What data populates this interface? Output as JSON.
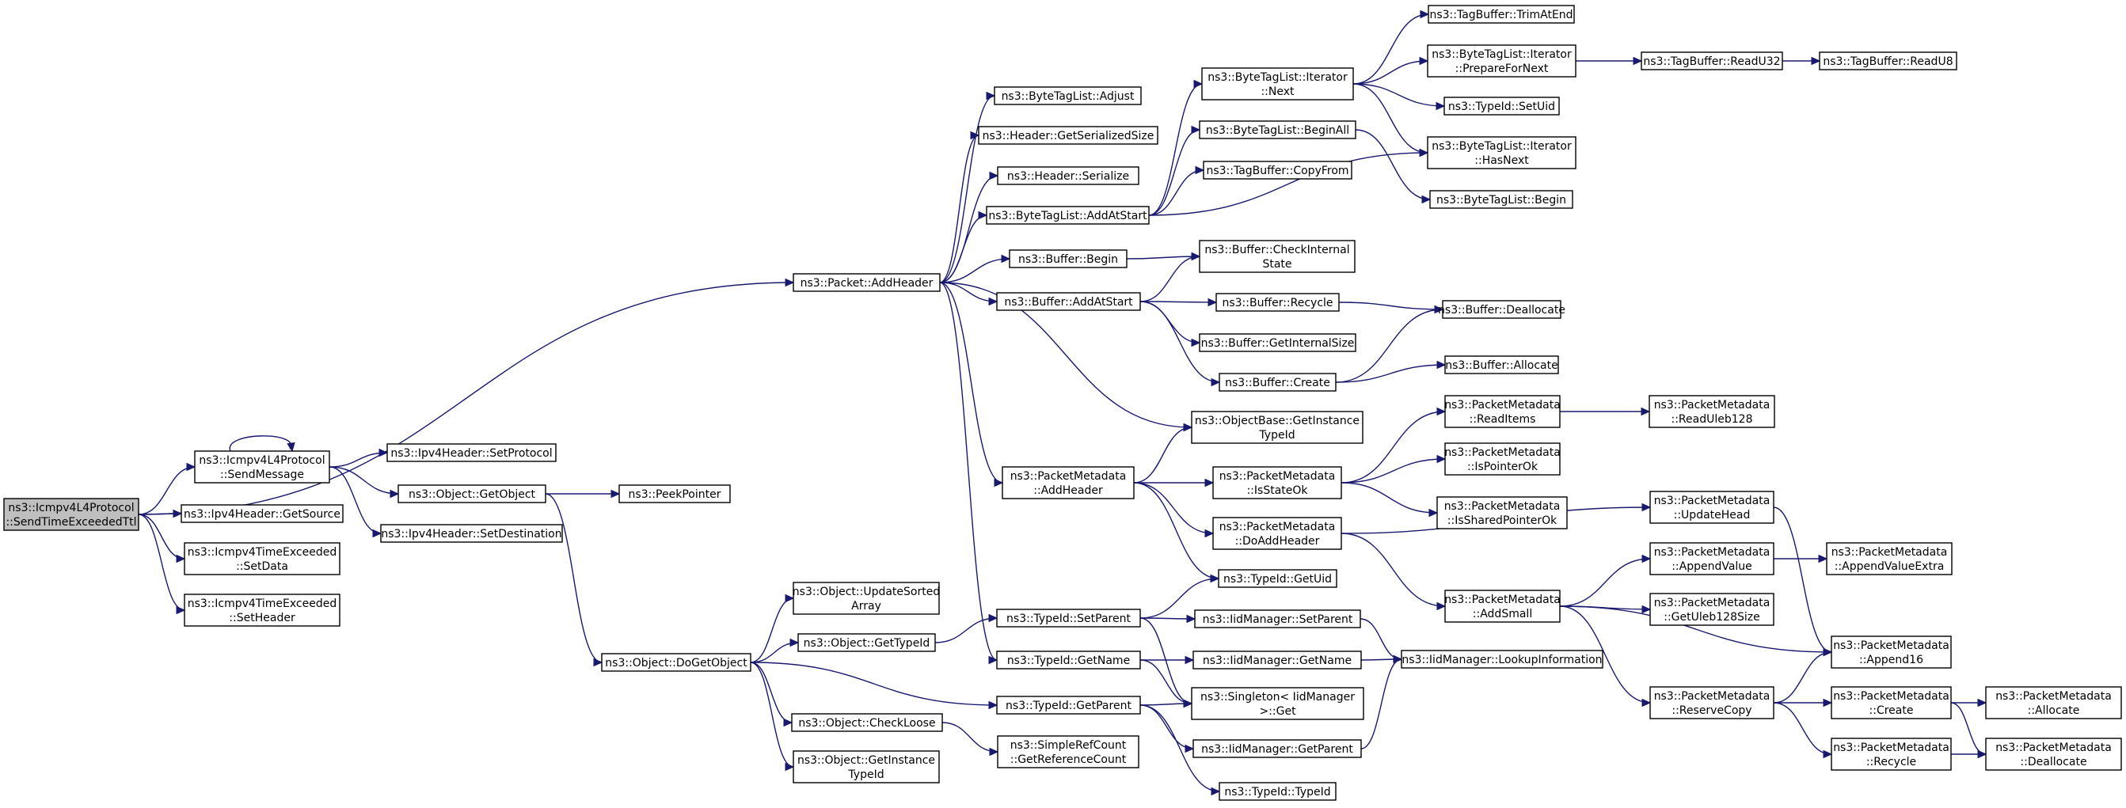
{
  "graph": {
    "root_color": "#bfbfbf",
    "edge_color": "#191970",
    "nodes": [
      {
        "id": "root",
        "lines": [
          "ns3::Icmpv4L4Protocol",
          "::SendTimeExceededTtl"
        ],
        "root": true
      },
      {
        "id": "sendmsg",
        "lines": [
          "ns3::Icmpv4L4Protocol",
          "::SendMessage"
        ]
      },
      {
        "id": "getsource",
        "lines": [
          "ns3::Ipv4Header::GetSource"
        ]
      },
      {
        "id": "setdata",
        "lines": [
          "ns3::Icmpv4TimeExceeded",
          "::SetData"
        ]
      },
      {
        "id": "setheader",
        "lines": [
          "ns3::Icmpv4TimeExceeded",
          "::SetHeader"
        ]
      },
      {
        "id": "setprotocol",
        "lines": [
          "ns3::Ipv4Header::SetProtocol"
        ]
      },
      {
        "id": "getobject",
        "lines": [
          "ns3::Object::GetObject"
        ]
      },
      {
        "id": "setdest",
        "lines": [
          "ns3::Ipv4Header::SetDestination"
        ]
      },
      {
        "id": "peekpointer",
        "lines": [
          "ns3::PeekPointer"
        ]
      },
      {
        "id": "dogetobject",
        "lines": [
          "ns3::Object::DoGetObject"
        ]
      },
      {
        "id": "updatesorted",
        "lines": [
          "ns3::Object::UpdateSorted",
          "Array"
        ]
      },
      {
        "id": "gettypeid",
        "lines": [
          "ns3::Object::GetTypeId"
        ]
      },
      {
        "id": "checkloose",
        "lines": [
          "ns3::Object::CheckLoose"
        ]
      },
      {
        "id": "getinstancetypeid",
        "lines": [
          "ns3::Object::GetInstance",
          "TypeId"
        ]
      },
      {
        "id": "addheader",
        "lines": [
          "ns3::Packet::AddHeader"
        ]
      },
      {
        "id": "btl_adjust",
        "lines": [
          "ns3::ByteTagList::Adjust"
        ]
      },
      {
        "id": "hdr_getser",
        "lines": [
          "ns3::Header::GetSerializedSize"
        ]
      },
      {
        "id": "hdr_ser",
        "lines": [
          "ns3::Header::Serialize"
        ]
      },
      {
        "id": "btl_addatstart",
        "lines": [
          "ns3::ByteTagList::AddAtStart"
        ]
      },
      {
        "id": "buf_begin",
        "lines": [
          "ns3::Buffer::Begin"
        ]
      },
      {
        "id": "buf_addatstart",
        "lines": [
          "ns3::Buffer::AddAtStart"
        ]
      },
      {
        "id": "pm_addheader",
        "lines": [
          "ns3::PacketMetadata",
          "::AddHeader"
        ]
      },
      {
        "id": "tid_setparent",
        "lines": [
          "ns3::TypeId::SetParent"
        ]
      },
      {
        "id": "tid_getname",
        "lines": [
          "ns3::TypeId::GetName"
        ]
      },
      {
        "id": "tid_getparent",
        "lines": [
          "ns3::TypeId::GetParent"
        ]
      },
      {
        "id": "src_getref",
        "lines": [
          "ns3::SimpleRefCount",
          "::GetReferenceCount"
        ]
      },
      {
        "id": "btli_next",
        "lines": [
          "ns3::ByteTagList::Iterator",
          "::Next"
        ]
      },
      {
        "id": "btl_beginall",
        "lines": [
          "ns3::ByteTagList::BeginAll"
        ]
      },
      {
        "id": "tb_copyfrom",
        "lines": [
          "ns3::TagBuffer::CopyFrom"
        ]
      },
      {
        "id": "buf_checkinternal",
        "lines": [
          "ns3::Buffer::CheckInternal",
          "State"
        ]
      },
      {
        "id": "buf_recycle",
        "lines": [
          "ns3::Buffer::Recycle"
        ]
      },
      {
        "id": "buf_getinternalsize",
        "lines": [
          "ns3::Buffer::GetInternalSize"
        ]
      },
      {
        "id": "buf_create",
        "lines": [
          "ns3::Buffer::Create"
        ]
      },
      {
        "id": "ob_getinstance",
        "lines": [
          "ns3::ObjectBase::GetInstance",
          "TypeId"
        ]
      },
      {
        "id": "pm_isstateok",
        "lines": [
          "ns3::PacketMetadata",
          "::IsStateOk"
        ]
      },
      {
        "id": "pm_doaddheader",
        "lines": [
          "ns3::PacketMetadata",
          "::DoAddHeader"
        ]
      },
      {
        "id": "tid_getuid",
        "lines": [
          "ns3::TypeId::GetUid"
        ]
      },
      {
        "id": "iid_setparent",
        "lines": [
          "ns3::IidManager::SetParent"
        ]
      },
      {
        "id": "iid_getname",
        "lines": [
          "ns3::IidManager::GetName"
        ]
      },
      {
        "id": "singleton_get",
        "lines": [
          "ns3::Singleton< IidManager",
          " >::Get"
        ]
      },
      {
        "id": "iid_getparent",
        "lines": [
          "ns3::IidManager::GetParent"
        ]
      },
      {
        "id": "tid_typeid",
        "lines": [
          "ns3::TypeId::TypeId"
        ]
      },
      {
        "id": "tb_trimatend",
        "lines": [
          "ns3::TagBuffer::TrimAtEnd"
        ]
      },
      {
        "id": "btli_preparefornext",
        "lines": [
          "ns3::ByteTagList::Iterator",
          "::PrepareForNext"
        ]
      },
      {
        "id": "tid_setuid",
        "lines": [
          "ns3::TypeId::SetUid"
        ]
      },
      {
        "id": "btli_hasnext",
        "lines": [
          "ns3::ByteTagList::Iterator",
          "::HasNext"
        ]
      },
      {
        "id": "btl_begin",
        "lines": [
          "ns3::ByteTagList::Begin"
        ]
      },
      {
        "id": "buf_deallocate",
        "lines": [
          "ns3::Buffer::Deallocate"
        ]
      },
      {
        "id": "buf_allocate",
        "lines": [
          "ns3::Buffer::Allocate"
        ]
      },
      {
        "id": "pm_readitems",
        "lines": [
          "ns3::PacketMetadata",
          "::ReadItems"
        ]
      },
      {
        "id": "pm_ispointerok",
        "lines": [
          "ns3::PacketMetadata",
          "::IsPointerOk"
        ]
      },
      {
        "id": "pm_issharedpointerok",
        "lines": [
          "ns3::PacketMetadata",
          "::IsSharedPointerOk"
        ]
      },
      {
        "id": "pm_addsmall",
        "lines": [
          "ns3::PacketMetadata",
          "::AddSmall"
        ]
      },
      {
        "id": "iid_lookup",
        "lines": [
          "ns3::IidManager::LookupInformation"
        ]
      },
      {
        "id": "tb_readu32",
        "lines": [
          "ns3::TagBuffer::ReadU32"
        ]
      },
      {
        "id": "tb_readu8",
        "lines": [
          "ns3::TagBuffer::ReadU8"
        ]
      },
      {
        "id": "pm_readuleb128",
        "lines": [
          "ns3::PacketMetadata",
          "::ReadUleb128"
        ]
      },
      {
        "id": "pm_updatehead",
        "lines": [
          "ns3::PacketMetadata",
          "::UpdateHead"
        ]
      },
      {
        "id": "pm_appendvalue",
        "lines": [
          "ns3::PacketMetadata",
          "::AppendValue"
        ]
      },
      {
        "id": "pm_getuleb128size",
        "lines": [
          "ns3::PacketMetadata",
          "::GetUleb128Size"
        ]
      },
      {
        "id": "pm_reservecopy",
        "lines": [
          "ns3::PacketMetadata",
          "::ReserveCopy"
        ]
      },
      {
        "id": "pm_appendvalueextra",
        "lines": [
          "ns3::PacketMetadata",
          "::AppendValueExtra"
        ]
      },
      {
        "id": "pm_append16",
        "lines": [
          "ns3::PacketMetadata",
          "::Append16"
        ]
      },
      {
        "id": "pm_create",
        "lines": [
          "ns3::PacketMetadata",
          "::Create"
        ]
      },
      {
        "id": "pm_recycle",
        "lines": [
          "ns3::PacketMetadata",
          "::Recycle"
        ]
      },
      {
        "id": "pm_allocate",
        "lines": [
          "ns3::PacketMetadata",
          "::Allocate"
        ]
      },
      {
        "id": "pm_deallocate",
        "lines": [
          "ns3::PacketMetadata",
          "::Deallocate"
        ]
      }
    ],
    "edges": [
      [
        "root",
        "addheader"
      ],
      [
        "root",
        "sendmsg"
      ],
      [
        "root",
        "getsource"
      ],
      [
        "root",
        "setdata"
      ],
      [
        "root",
        "setheader"
      ],
      [
        "sendmsg",
        "sendmsg"
      ],
      [
        "sendmsg",
        "setprotocol"
      ],
      [
        "sendmsg",
        "getobject"
      ],
      [
        "sendmsg",
        "setdest"
      ],
      [
        "getobject",
        "peekpointer"
      ],
      [
        "getobject",
        "dogetobject"
      ],
      [
        "dogetobject",
        "updatesorted"
      ],
      [
        "dogetobject",
        "gettypeid"
      ],
      [
        "dogetobject",
        "checkloose"
      ],
      [
        "dogetobject",
        "getinstancetypeid"
      ],
      [
        "dogetobject",
        "tid_getparent"
      ],
      [
        "gettypeid",
        "tid_setparent"
      ],
      [
        "checkloose",
        "src_getref"
      ],
      [
        "addheader",
        "btl_adjust"
      ],
      [
        "addheader",
        "hdr_getser"
      ],
      [
        "addheader",
        "hdr_ser"
      ],
      [
        "addheader",
        "btl_addatstart"
      ],
      [
        "addheader",
        "buf_begin"
      ],
      [
        "addheader",
        "buf_addatstart"
      ],
      [
        "addheader",
        "ob_getinstance"
      ],
      [
        "addheader",
        "pm_addheader"
      ],
      [
        "addheader",
        "tid_getname"
      ],
      [
        "btl_addatstart",
        "btli_next"
      ],
      [
        "btl_addatstart",
        "btl_beginall"
      ],
      [
        "btl_addatstart",
        "tb_copyfrom"
      ],
      [
        "btl_addatstart",
        "btli_hasnext"
      ],
      [
        "buf_begin",
        "buf_checkinternal"
      ],
      [
        "buf_addatstart",
        "buf_checkinternal"
      ],
      [
        "buf_addatstart",
        "buf_recycle"
      ],
      [
        "buf_addatstart",
        "buf_getinternalsize"
      ],
      [
        "buf_addatstart",
        "buf_create"
      ],
      [
        "pm_addheader",
        "ob_getinstance"
      ],
      [
        "pm_addheader",
        "pm_isstateok"
      ],
      [
        "pm_addheader",
        "pm_doaddheader"
      ],
      [
        "pm_addheader",
        "tid_getuid"
      ],
      [
        "tid_setparent",
        "tid_getuid"
      ],
      [
        "tid_setparent",
        "iid_setparent"
      ],
      [
        "tid_setparent",
        "singleton_get"
      ],
      [
        "tid_getname",
        "iid_getname"
      ],
      [
        "tid_getname",
        "singleton_get"
      ],
      [
        "tid_getparent",
        "singleton_get"
      ],
      [
        "tid_getparent",
        "iid_getparent"
      ],
      [
        "tid_getparent",
        "tid_typeid"
      ],
      [
        "btli_next",
        "tb_trimatend"
      ],
      [
        "btli_next",
        "btli_preparefornext"
      ],
      [
        "btli_next",
        "tid_setuid"
      ],
      [
        "btli_next",
        "btli_hasnext"
      ],
      [
        "btl_beginall",
        "btl_begin"
      ],
      [
        "buf_recycle",
        "buf_deallocate"
      ],
      [
        "buf_create",
        "buf_deallocate"
      ],
      [
        "buf_create",
        "buf_allocate"
      ],
      [
        "pm_isstateok",
        "pm_readitems"
      ],
      [
        "pm_isstateok",
        "pm_ispointerok"
      ],
      [
        "pm_isstateok",
        "pm_issharedpointerok"
      ],
      [
        "pm_doaddheader",
        "pm_updatehead"
      ],
      [
        "pm_doaddheader",
        "pm_addsmall"
      ],
      [
        "iid_setparent",
        "iid_lookup"
      ],
      [
        "iid_getname",
        "iid_lookup"
      ],
      [
        "iid_getparent",
        "iid_lookup"
      ],
      [
        "btli_preparefornext",
        "tb_readu32"
      ],
      [
        "tb_readu32",
        "tb_readu8"
      ],
      [
        "pm_readitems",
        "pm_readuleb128"
      ],
      [
        "pm_updatehead",
        "pm_append16"
      ],
      [
        "pm_addsmall",
        "pm_appendvalue"
      ],
      [
        "pm_addsmall",
        "pm_getuleb128size"
      ],
      [
        "pm_addsmall",
        "pm_append16"
      ],
      [
        "pm_addsmall",
        "pm_reservecopy"
      ],
      [
        "pm_appendvalue",
        "pm_appendvalueextra"
      ],
      [
        "pm_reservecopy",
        "pm_append16"
      ],
      [
        "pm_reservecopy",
        "pm_create"
      ],
      [
        "pm_reservecopy",
        "pm_recycle"
      ],
      [
        "pm_create",
        "pm_allocate"
      ],
      [
        "pm_create",
        "pm_deallocate"
      ],
      [
        "pm_recycle",
        "pm_deallocate"
      ]
    ]
  }
}
